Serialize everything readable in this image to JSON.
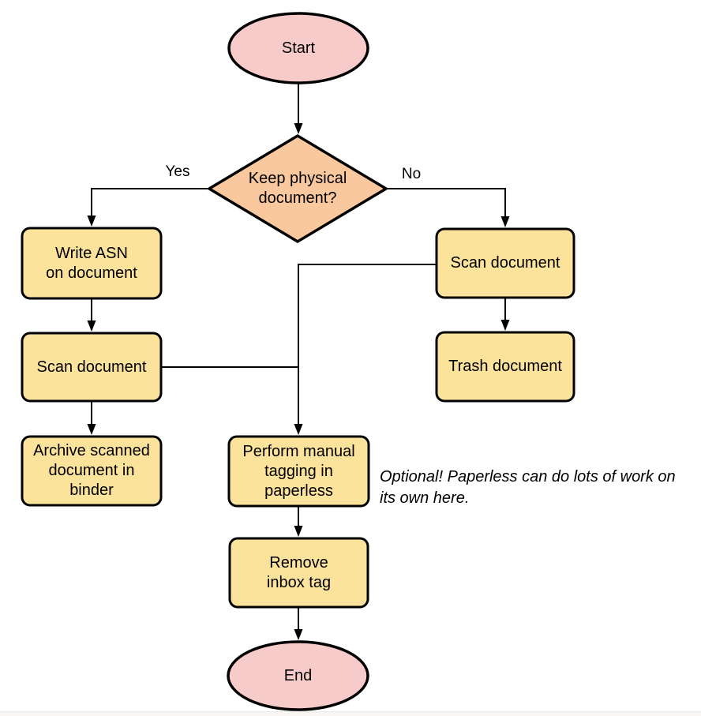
{
  "diagram": {
    "nodes": {
      "start": {
        "label": "Start",
        "type": "terminator"
      },
      "keep_physical": {
        "label": "Keep physical\ndocument?",
        "type": "decision"
      },
      "write_asn": {
        "label": "Write ASN\non document",
        "type": "process"
      },
      "scan_left": {
        "label": "Scan document",
        "type": "process"
      },
      "archive_binder": {
        "label": "Archive scanned\ndocument in\nbinder",
        "type": "process"
      },
      "scan_right": {
        "label": "Scan document",
        "type": "process"
      },
      "trash": {
        "label": "Trash document",
        "type": "process"
      },
      "manual_tagging": {
        "label": "Perform manual\ntagging in\npaperless",
        "type": "process"
      },
      "remove_inbox_tag": {
        "label": "Remove\ninbox tag",
        "type": "process"
      },
      "end": {
        "label": "End",
        "type": "terminator"
      }
    },
    "edge_labels": {
      "yes": "Yes",
      "no": "No"
    },
    "annotation": {
      "text": "Optional! Paperless can do lots of work on\nits own here."
    },
    "colors": {
      "terminator_fill": "#f8cbcb",
      "decision_fill": "#f9c89e",
      "process_fill": "#fbe39c",
      "stroke": "#000000"
    }
  }
}
